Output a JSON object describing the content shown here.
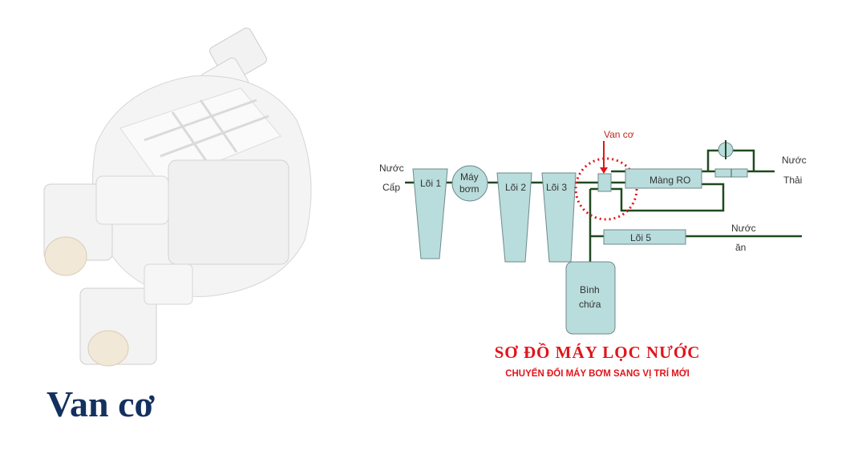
{
  "photo": {
    "caption": "Van cơ"
  },
  "diagram": {
    "title": "SƠ ĐỒ MÁY LỌC NƯỚC",
    "subtitle": "CHUYỂN ĐỔI MÁY BƠM SANG VỊ TRÍ MỚI",
    "inlet": [
      "Nước",
      "Cấp"
    ],
    "components": {
      "loi1": "Lõi 1",
      "pump": [
        "Máy",
        "bơm"
      ],
      "loi2": "Lõi 2",
      "loi3": "Lõi 3",
      "valve_label": "Van cơ",
      "ro": "Màng RO",
      "loi5": "Lõi 5",
      "tank": [
        "Bình",
        "chứa"
      ]
    },
    "waste": [
      "Nước",
      "Thải"
    ],
    "drinking": [
      "Nước",
      "ăn"
    ],
    "colors": {
      "component": "#b9dcdc",
      "pipe": "#1f4a1f",
      "highlight": "#e0151b",
      "caption": "#13315e"
    }
  }
}
